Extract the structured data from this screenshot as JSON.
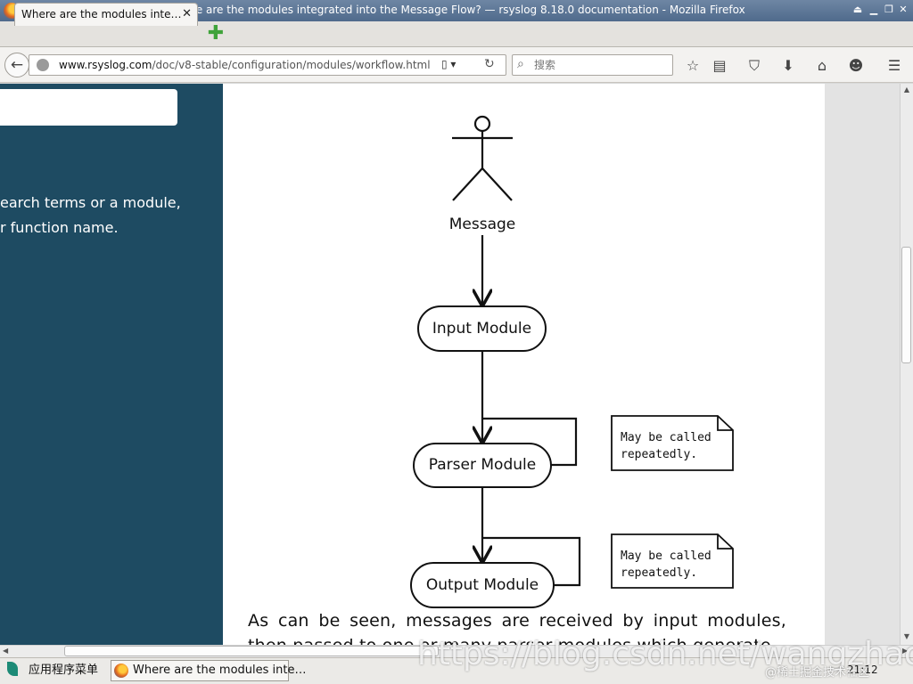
{
  "window": {
    "title": "Where are the modules integrated into the Message Flow? — rsyslog 8.18.0 documentation - Mozilla Firefox",
    "controls": [
      "⏏",
      "▁",
      "❐",
      "✕"
    ]
  },
  "tab": {
    "label": "Where are the modules inte…",
    "close": "✕"
  },
  "newtab": "✚",
  "nav": {
    "back": "←",
    "url_domain": "www.rsyslog.com",
    "url_path": "/doc/v8-stable/configuration/modules/workflow.html",
    "reader": "▯ ▾",
    "reload": "↻",
    "search_placeholder": "搜索",
    "search_icon": "⌕",
    "toolbar_icons": [
      {
        "name": "bookmark-star-icon",
        "glyph": "☆"
      },
      {
        "name": "reading-list-icon",
        "glyph": "▤"
      },
      {
        "name": "pocket-icon",
        "glyph": "⛉"
      },
      {
        "name": "download-icon",
        "glyph": "⬇"
      },
      {
        "name": "home-icon",
        "glyph": "⌂"
      },
      {
        "name": "hello-smiley-icon",
        "glyph": "☻"
      },
      {
        "name": "hamburger-menu-icon",
        "glyph": "☰"
      }
    ]
  },
  "sidebar": {
    "line1": "earch terms or a module,",
    "line2": "r function name."
  },
  "diagram": {
    "actor_label": "Message",
    "nodes": [
      "Input Module",
      "Parser Module",
      "Output Module"
    ],
    "notes": [
      [
        "May be called",
        "repeatedly."
      ],
      [
        "May be called",
        "repeatedly."
      ]
    ]
  },
  "paragraph": "As can be seen, messages are received by input modules, then passed to one or many parser modules which generate",
  "taskbar": {
    "app_menu": "应用程序菜单",
    "window": "Where are the modules inte…",
    "clock": "21:12"
  },
  "watermark": "https://blog.csdn.net/wangzhao",
  "watermark_sub": "@稀土掘金技术社区"
}
